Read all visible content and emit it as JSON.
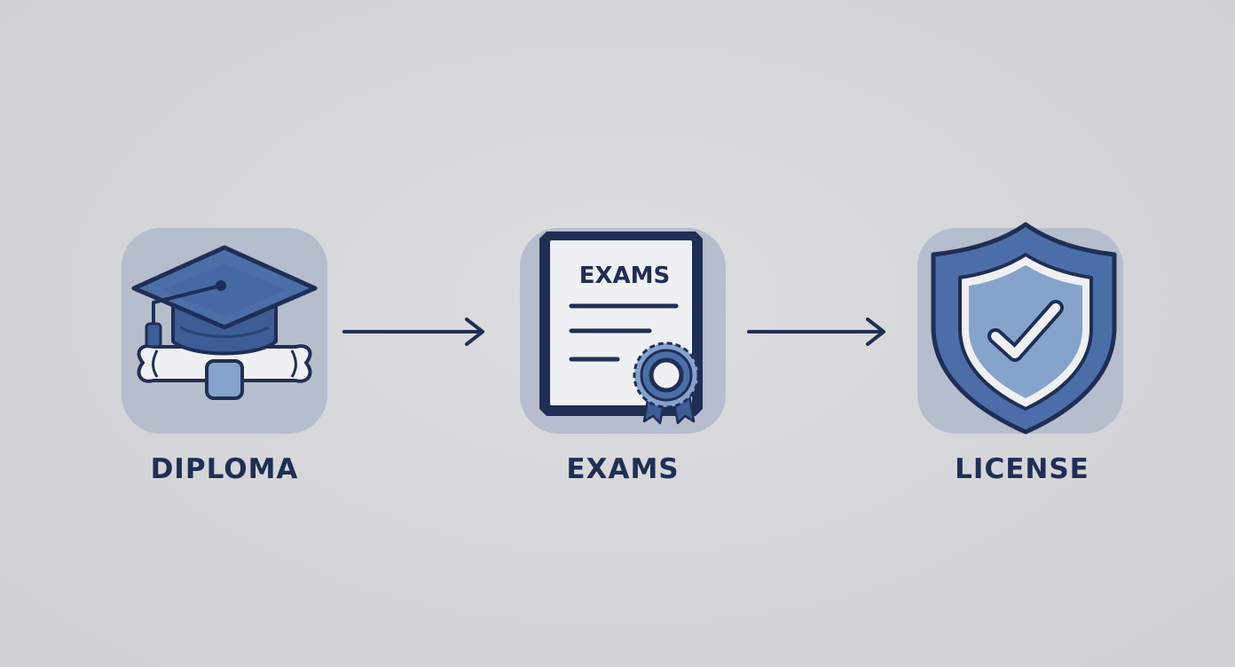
{
  "diagram": {
    "steps": [
      {
        "label": "DIPLOMA",
        "icon": "graduation-cap-diploma-icon"
      },
      {
        "label": "EXAMS",
        "icon": "exam-certificate-icon",
        "document_heading": "EXAMS"
      },
      {
        "label": "LICENSE",
        "icon": "shield-check-icon"
      }
    ],
    "colors": {
      "background": "#d5d6d9",
      "tile": "#b6bdcc",
      "navy": "#1f2e55",
      "blue": "#4a6fa8",
      "light_blue": "#86a3cc",
      "paper": "#eef0f3"
    }
  }
}
